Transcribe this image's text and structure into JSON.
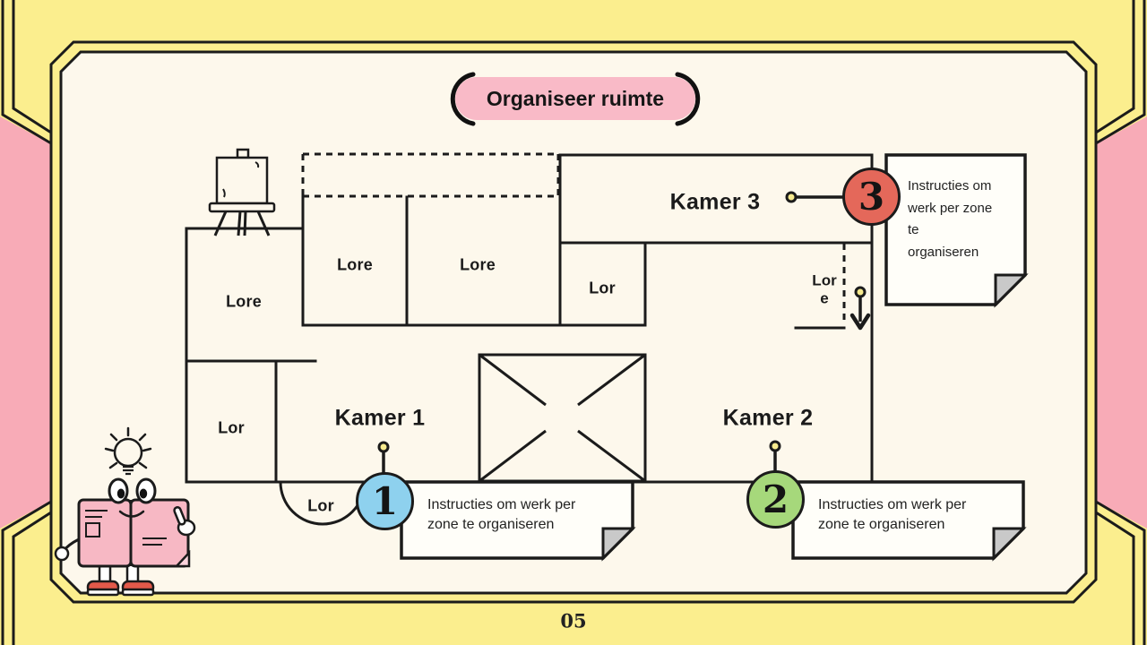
{
  "title": "Organiseer ruimte",
  "page_number": "05",
  "colors": {
    "background_yellow": "#fbee8e",
    "side_pink": "#f8abb7",
    "panel_cream": "#fdf8ec",
    "pill_pink": "#f9bac7",
    "ink": "#1b1b1b",
    "marker_blue": "#8ed1ee",
    "marker_green": "#a6d87b",
    "marker_red": "#e4685a",
    "pin_yellow": "#f6ea8e",
    "note_white": "#fffef9",
    "note_fold_gray": "#c9c9c9",
    "mascot_pink": "#f7b8c4"
  },
  "floorplan": {
    "kamers": [
      "Kamer 1",
      "Kamer 2",
      "Kamer 3"
    ],
    "room_labels": [
      {
        "id": "lore-tall",
        "text": "Lore"
      },
      {
        "id": "lore-a",
        "text": "Lore"
      },
      {
        "id": "lore-b",
        "text": "Lore"
      },
      {
        "id": "lor-left",
        "text": "Lor"
      },
      {
        "id": "lor-mid",
        "text": "Lor"
      },
      {
        "id": "lor-door",
        "lines": [
          "Lor",
          "e"
        ]
      },
      {
        "id": "lor-entry",
        "text": "Lor"
      }
    ]
  },
  "markers": [
    {
      "number": "1",
      "room": "Kamer 1",
      "color": "#8ed1ee",
      "note_lines": [
        "Instructies om werk per",
        "zone te organiseren"
      ]
    },
    {
      "number": "2",
      "room": "Kamer 2",
      "color": "#a6d87b",
      "note_lines": [
        "Instructies om werk per",
        "zone te organiseren"
      ]
    },
    {
      "number": "3",
      "room": "Kamer 3",
      "color": "#e4685a",
      "note_lines": [
        "Instructies om",
        "werk per zone",
        "te",
        "organiseren"
      ]
    }
  ]
}
